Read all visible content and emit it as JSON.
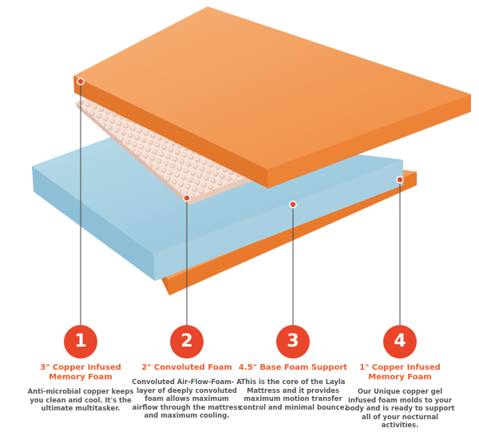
{
  "colors": {
    "accent": "#e8452a",
    "title": "#f05a28",
    "orange": "#f2914a",
    "blue": "#9cc9de",
    "convoluted": "#f3d9cc"
  },
  "layers": [
    {
      "number": "1",
      "title": "3\" Copper Infused Memory Foam",
      "description": "Anti-microbial copper keeps you clean and cool. It's the ultimate multitasker."
    },
    {
      "number": "2",
      "title": "2\" Convoluted Foam",
      "description": "Convoluted Air-Flow-Foam- A layer of deeply convoluted foam allows maximum airflow through the mattress and maximum cooling."
    },
    {
      "number": "3",
      "title": "4.5\" Base Foam Support",
      "description": "This is the core of the Layla Mattress and it provides maximum motion transfer control and minimal bounce."
    },
    {
      "number": "4",
      "title": "1\" Copper Infused Memory Foam",
      "description": "Our Unique copper gel infused foam molds to your body and is ready to support all of your nocturnal activities."
    }
  ]
}
